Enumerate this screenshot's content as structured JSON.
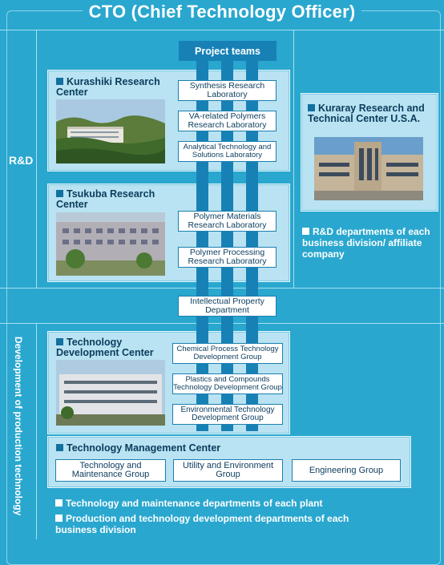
{
  "title": "CTO (Chief Technology Officer)",
  "side_labels": {
    "rd": "R&D",
    "production": "Development of production technology"
  },
  "project_teams": "Project teams",
  "kurashiki": {
    "name": "Kurashiki Research Center",
    "labs": [
      "Synthesis Research Laboratory",
      "VA-related Polymers Research Laboratory",
      "Analytical Technology and Solutions Laboratory"
    ]
  },
  "tsukuba": {
    "name": "Tsukuba Research Center",
    "labs": [
      "Polymer Materials Research Laboratory",
      "Polymer Processing Research Laboratory"
    ]
  },
  "kuraray_usa": {
    "name": "Kuraray Research and Technical Center U.S.A."
  },
  "rd_departments": "R&D departments of each business division/ affiliate company",
  "ip": "Intellectual Property Department",
  "tdc": {
    "name": "Technology Development Center",
    "groups": [
      "Chemical Process Technology Development Group",
      "Plastics and Compounds Technology Development Group",
      "Environmental Technology Development Group"
    ]
  },
  "tmc": {
    "name": "Technology Management Center",
    "groups": [
      "Technology and Maintenance Group",
      "Utility and Environment Group",
      "Engineering Group"
    ]
  },
  "notes": [
    "Technology and maintenance departments of each plant",
    "Production and technology development departments of each business division"
  ]
}
